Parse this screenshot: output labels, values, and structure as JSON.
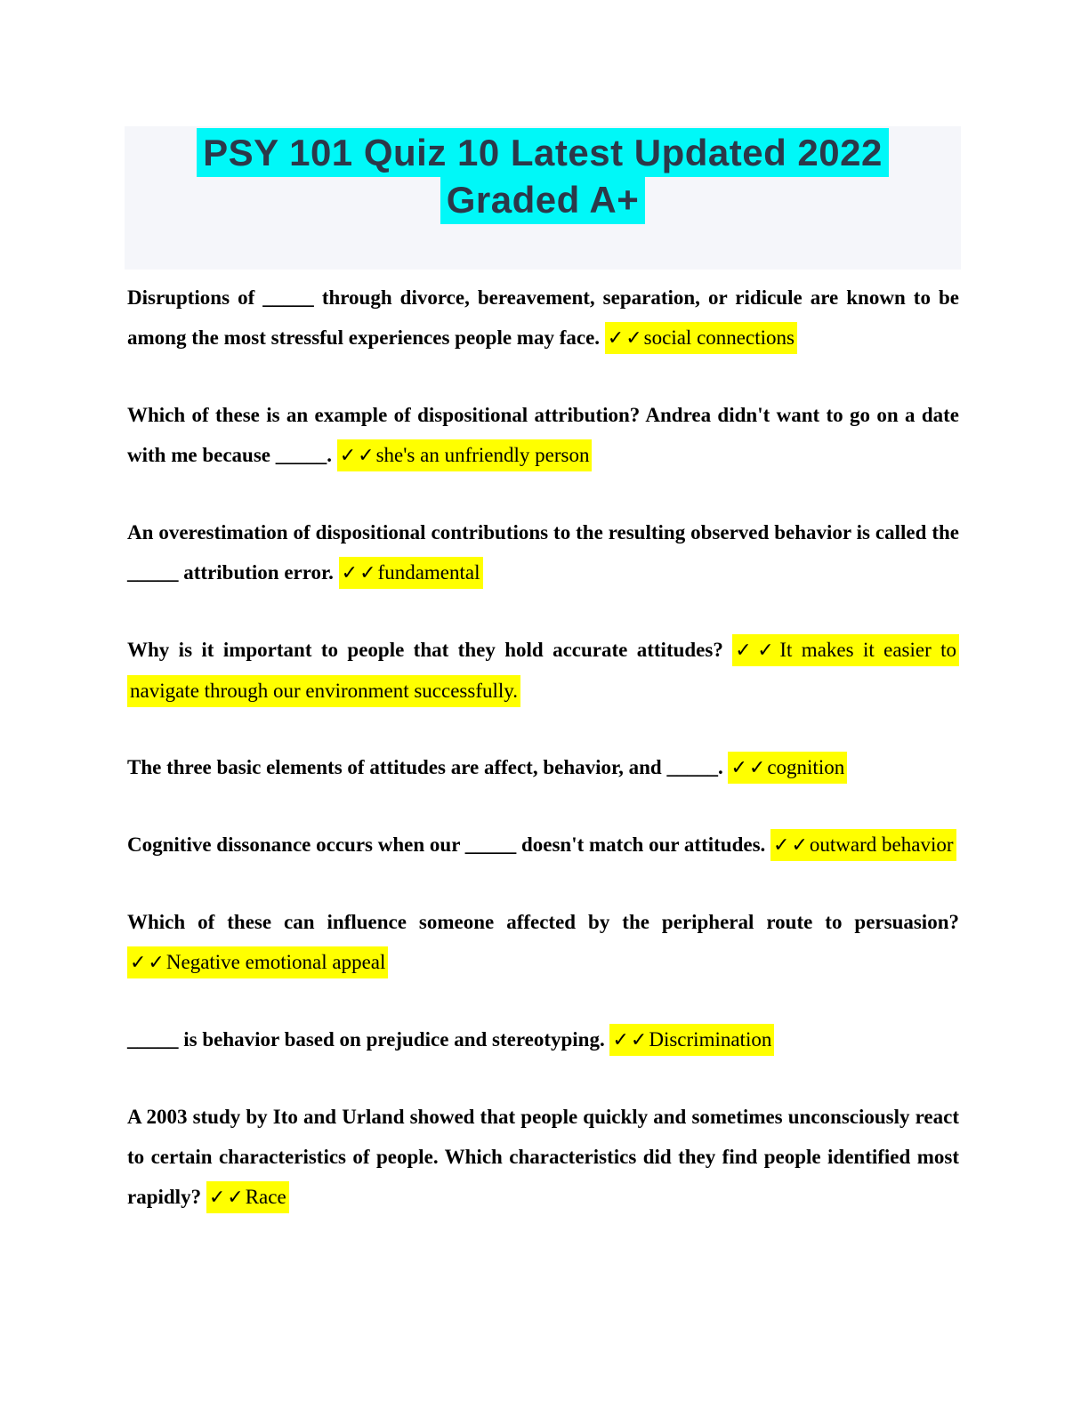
{
  "title": {
    "line1": "PSY 101 Quiz 10 Latest Updated 2022",
    "line2": "Graded A+"
  },
  "checkmarks": "✓✓",
  "colors": {
    "title_highlight": "#00f8f8",
    "title_text": "#2c3849",
    "title_band_background": "#f5f6fa",
    "answer_highlight": "#ffff00",
    "body_text": "#000000"
  },
  "questions": [
    {
      "q": "Disruptions of _____ through divorce, bereavement, separation, or ridicule are known to be among the most stressful experiences people may face.",
      "a": "social connections"
    },
    {
      "q": "Which of these is an example of dispositional attribution? Andrea didn't want to go on a date with me because _____.",
      "a": "she's an unfriendly person"
    },
    {
      "q": "An overestimation of dispositional contributions to the resulting observed behavior is called the _____ attribution error.",
      "a": "fundamental"
    },
    {
      "q": "Why is it important to people that they hold accurate attitudes?",
      "a": "It makes it easier to navigate through our environment successfully."
    },
    {
      "q": "The three basic elements of attitudes are affect, behavior, and _____.",
      "a": "cognition"
    },
    {
      "q": "Cognitive dissonance occurs when our _____ doesn't match our attitudes.",
      "a": "outward behavior"
    },
    {
      "q": "Which of these can influence someone affected by the peripheral route to persuasion?",
      "a": "Negative emotional appeal"
    },
    {
      "q": "_____ is behavior based on prejudice and stereotyping.",
      "a": "Discrimination"
    },
    {
      "q": "A 2003 study by Ito and Urland showed that people quickly and sometimes unconsciously react to certain characteristics of people. Which characteristics did they find people identified most rapidly?",
      "a": "Race"
    }
  ]
}
